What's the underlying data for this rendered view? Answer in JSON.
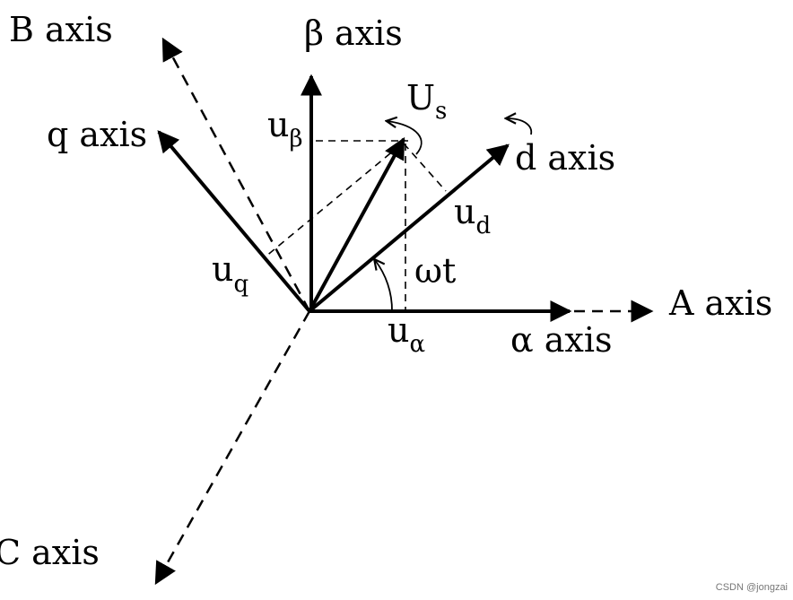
{
  "labels": {
    "b_axis": "B axis",
    "beta_axis": "β axis",
    "q_axis": "q axis",
    "d_axis": "d axis",
    "a_axis": "A axis",
    "alpha_axis": "α axis",
    "c_axis": "C axis",
    "us_main": "U",
    "us_sub": "s",
    "ubeta_main": "u",
    "ubeta_sub": "β",
    "ud_main": "u",
    "ud_sub": "d",
    "uq_main": "u",
    "uq_sub": "q",
    "ualpha_main": "u",
    "ualpha_sub": "α",
    "omega_t": "ωt"
  },
  "watermark": "CSDN @jongzai",
  "colors": {
    "ink": "#000000",
    "background": "#ffffff"
  }
}
